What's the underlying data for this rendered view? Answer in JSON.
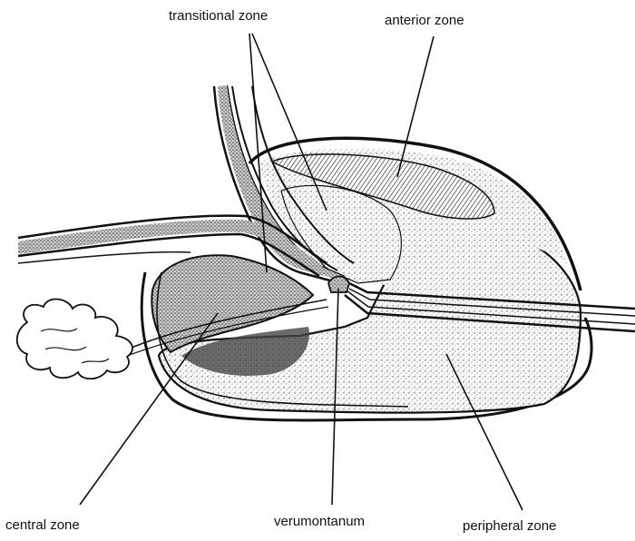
{
  "labels": {
    "transitional_zone": "transitional zone",
    "anterior_zone": "anterior zone",
    "central_zone": "central zone",
    "verumontanum": "verumontanum",
    "peripheral_zone": "peripheral zone"
  },
  "colors": {
    "outline": "#111111",
    "stipple": "#8a8a8a",
    "dark_shading": "#3a3a3a",
    "background": "#ffffff"
  }
}
